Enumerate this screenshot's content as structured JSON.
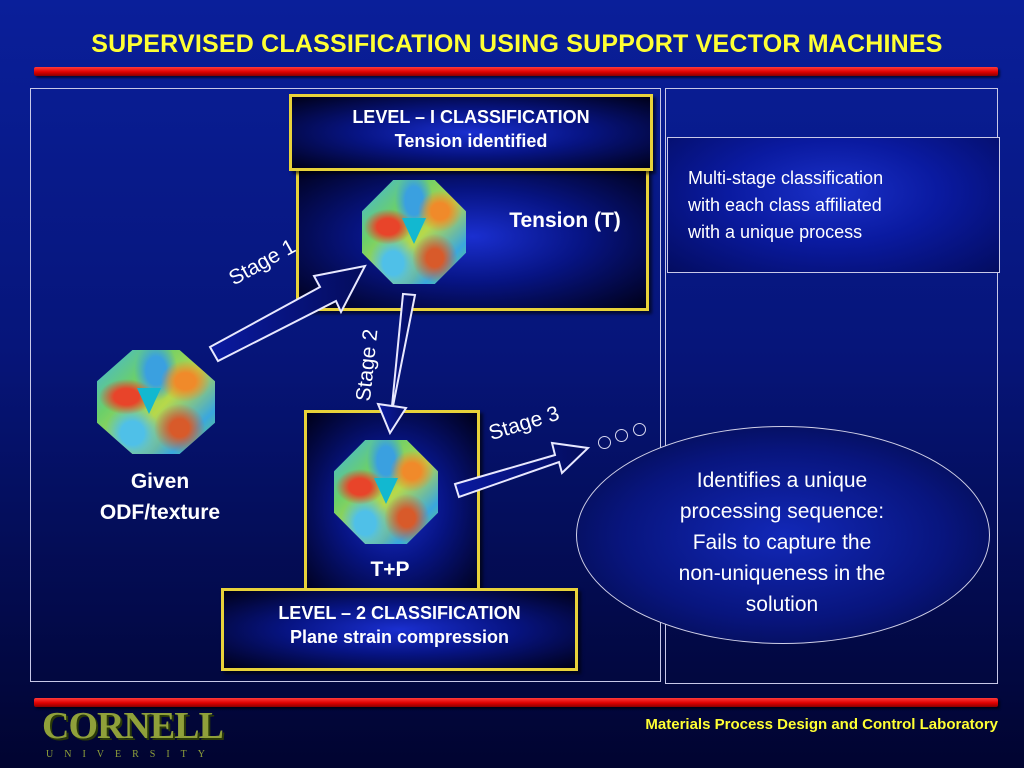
{
  "title": "SUPERVISED CLASSIFICATION USING SUPPORT VECTOR MACHINES",
  "level1": {
    "line1": "LEVEL – I CLASSIFICATION",
    "line2": "Tension identified"
  },
  "tension_label": "Tension (T)",
  "level2": {
    "line1": "LEVEL – 2 CLASSIFICATION",
    "line2": "Plane strain compression"
  },
  "tp_label": "T+P",
  "given": {
    "line1": "Given",
    "line2": "ODF/texture"
  },
  "stages": {
    "stage1": "Stage 1",
    "stage2": "Stage 2",
    "stage3": "Stage 3"
  },
  "note": {
    "lines": [
      "Multi-stage classification",
      "with each class affiliated",
      "with a unique process"
    ]
  },
  "callout": {
    "lines": [
      "Identifies a unique",
      "processing sequence:",
      "Fails to capture the",
      "non-uniqueness in the",
      "solution"
    ]
  },
  "footer": {
    "lab": "Materials Process Design and Control Laboratory",
    "logo_text": "CORNELL",
    "logo_subtext": "UNIVERSITY"
  },
  "colors": {
    "title": "#ffff33",
    "bar": "#e00000",
    "box_border": "#e8d23a",
    "background": "#06157a"
  },
  "icons": [
    "odf-sphere-icon",
    "arrow-icon",
    "thought-bubble-icon"
  ]
}
